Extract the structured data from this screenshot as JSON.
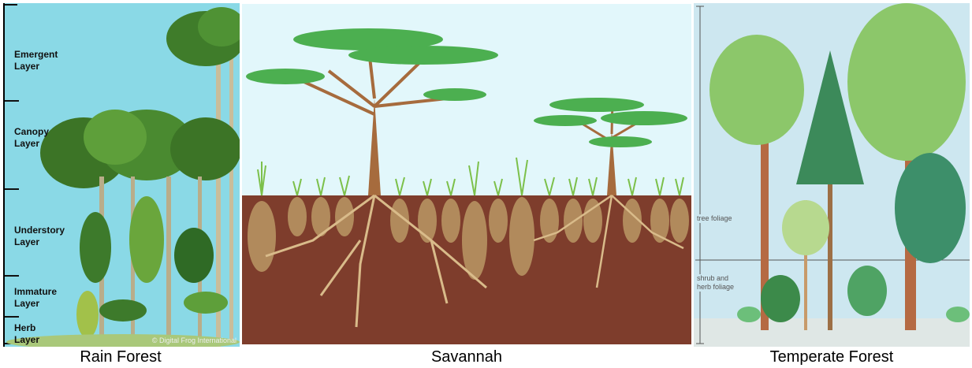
{
  "rain_forest": {
    "layers": [
      "Emergent Layer",
      "Canopy Layer",
      "Understory Layer",
      "Immature Layer",
      "Herb Layer"
    ],
    "copyright": "© Digital Frog International",
    "caption": "Rain Forest"
  },
  "savannah": {
    "caption": "Savannah"
  },
  "temperate_forest": {
    "tree_foliage": "tree foliage",
    "shrub_foliage": "shrub and herb foliage",
    "caption": "Temperate Forest"
  }
}
